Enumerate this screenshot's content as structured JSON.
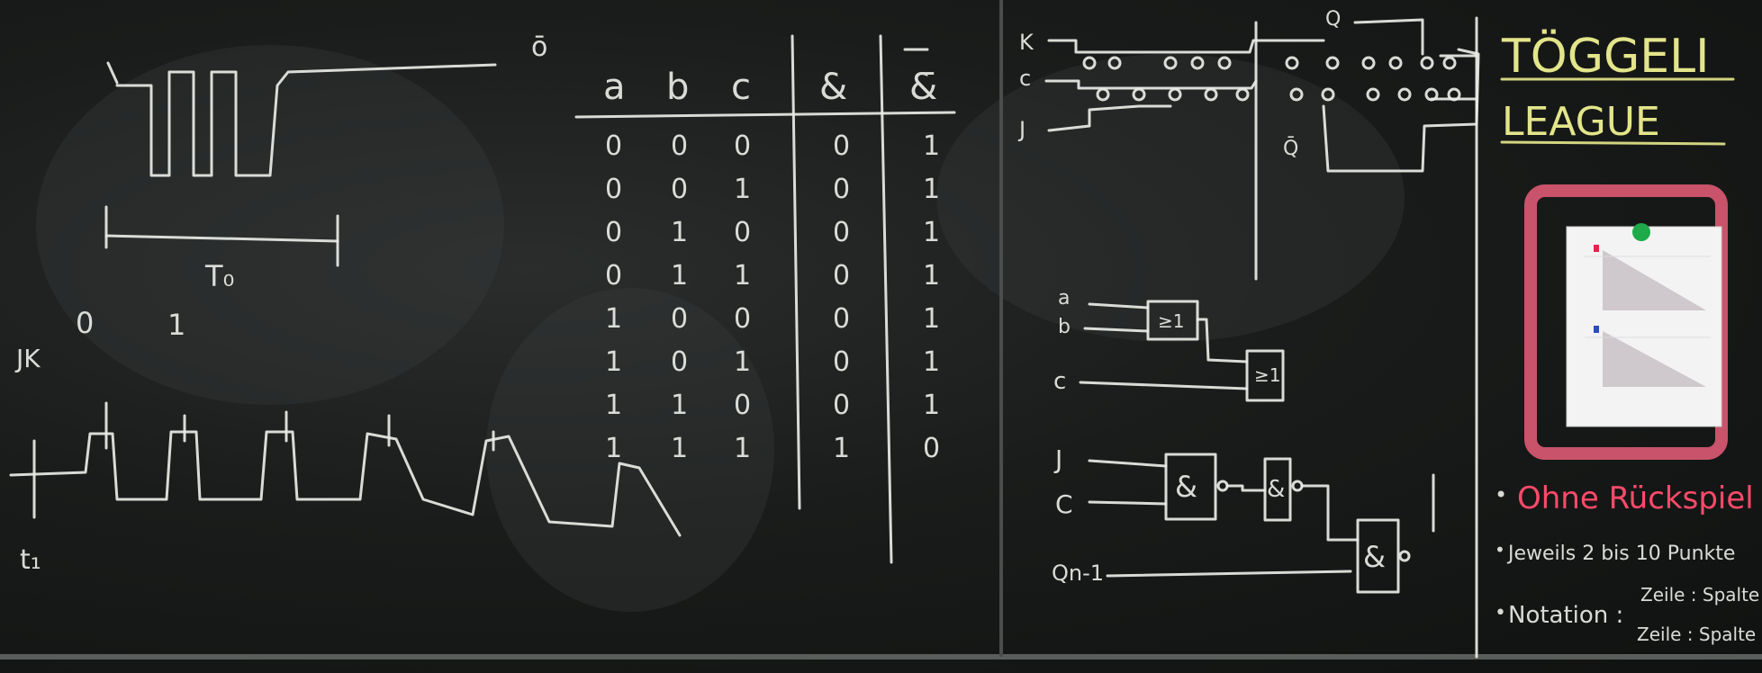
{
  "left_panel": {
    "t0_label": "T₀",
    "jk_label": "JK",
    "zero_label": "0",
    "one_label": "1",
    "t1_label": "t₁",
    "bar_label": "ō"
  },
  "truth_table": {
    "headers": [
      "a",
      "b",
      "c",
      "&",
      "&̄"
    ],
    "rows": [
      [
        "0",
        "0",
        "0",
        "0",
        "1"
      ],
      [
        "0",
        "0",
        "1",
        "0",
        "1"
      ],
      [
        "0",
        "1",
        "0",
        "0",
        "1"
      ],
      [
        "0",
        "1",
        "1",
        "0",
        "1"
      ],
      [
        "1",
        "0",
        "0",
        "0",
        "1"
      ],
      [
        "1",
        "0",
        "1",
        "0",
        "1"
      ],
      [
        "1",
        "1",
        "0",
        "0",
        "1"
      ],
      [
        "1",
        "1",
        "1",
        "1",
        "0"
      ]
    ]
  },
  "right_panel": {
    "k_label": "K",
    "c_label": "c",
    "j_label": "J",
    "q_label": "Q",
    "qbar_label": "Q̄",
    "a_label": "a",
    "b_label": "b",
    "c2_label": "c",
    "or1": "≥1",
    "or2": "≥1",
    "j2_label": "J",
    "c3_label": "C",
    "qn_label": "Qn-1",
    "and1": "&",
    "and2": "&",
    "and3": "&"
  },
  "league": {
    "title_line1": "TÖGGELI",
    "title_line2": "LEAGUE",
    "bullet1": "Ohne Rückspiel",
    "bullet2": "Jeweils 2 bis 10 Punkte",
    "bullet3_label": "Notation :",
    "bullet3_a": "Zeile : Spalte",
    "bullet3_b": "Zeile : Spalte"
  },
  "colors": {
    "chalk": "#e9ece6",
    "yellow": "#e3e58a",
    "red": "#ff4a6a",
    "frame": "#c8536a",
    "board": "#1a1c1b"
  }
}
